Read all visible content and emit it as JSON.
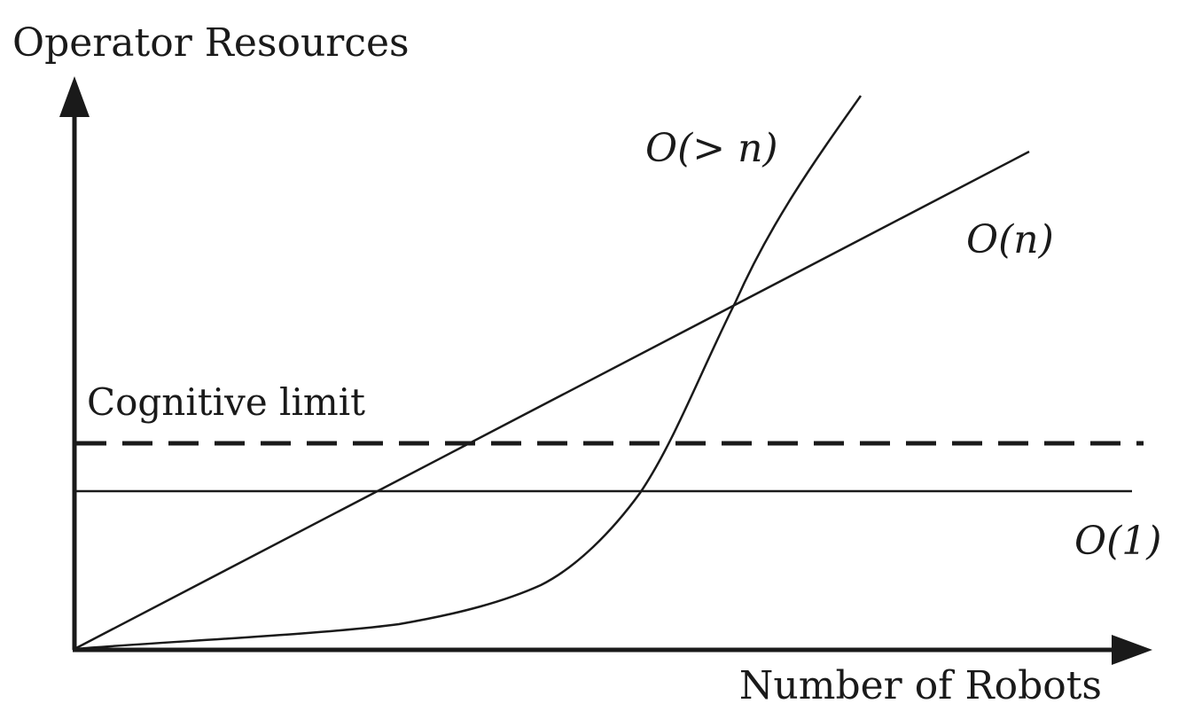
{
  "figure": {
    "y_axis_label": "Operator Resources",
    "x_axis_label": "Number of Robots",
    "cognitive_limit_label": "Cognitive limit",
    "curves": {
      "superlinear": {
        "label": "O(> n)"
      },
      "linear": {
        "label": "O(n)"
      },
      "constant": {
        "label": "O(1)"
      }
    },
    "colors": {
      "ink": "#1a1a1a",
      "background": "#ffffff"
    }
  }
}
